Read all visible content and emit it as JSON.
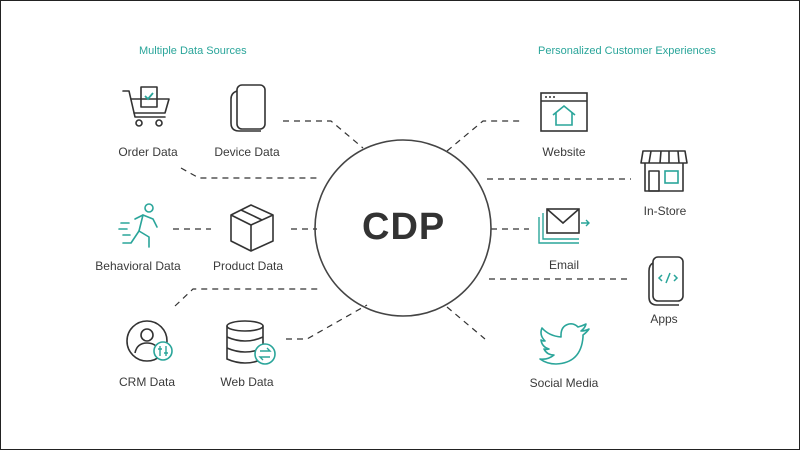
{
  "hub": {
    "label": "CDP"
  },
  "left": {
    "heading": "Multiple Data Sources",
    "items": [
      {
        "label": "Order Data",
        "icon": "shopping-cart-icon"
      },
      {
        "label": "Device Data",
        "icon": "device-icon"
      },
      {
        "label": "Behavioral Data",
        "icon": "running-person-icon"
      },
      {
        "label": "Product Data",
        "icon": "box-icon"
      },
      {
        "label": "CRM Data",
        "icon": "user-circle-icon"
      },
      {
        "label": "Web Data",
        "icon": "database-sync-icon"
      }
    ]
  },
  "right": {
    "heading": "Personalized Customer Experiences",
    "items": [
      {
        "label": "Website",
        "icon": "browser-house-icon"
      },
      {
        "label": "In-Store",
        "icon": "storefront-icon"
      },
      {
        "label": "Email",
        "icon": "envelope-icon"
      },
      {
        "label": "Apps",
        "icon": "mobile-code-icon"
      },
      {
        "label": "Social Media",
        "icon": "twitter-bird-icon"
      }
    ]
  },
  "colors": {
    "accent": "#2aa59a",
    "line": "#333333",
    "text": "#3a3a3a"
  }
}
